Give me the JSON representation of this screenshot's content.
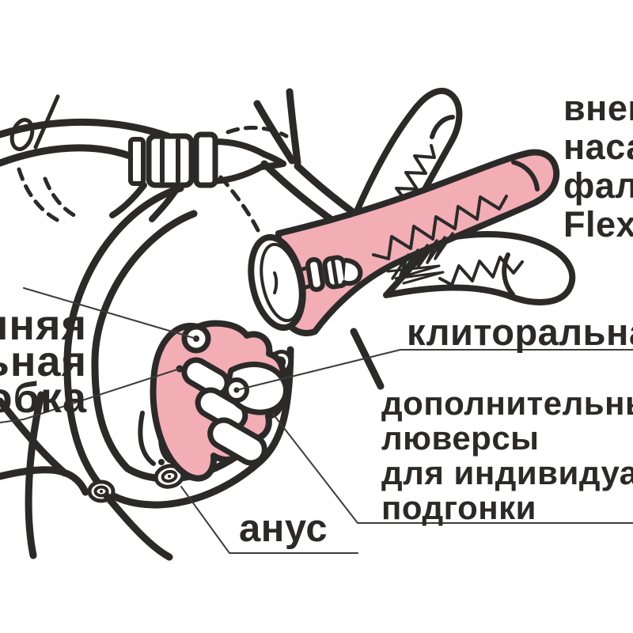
{
  "labels": {
    "outer_attachment": {
      "lines": [
        "внешняя",
        "насадка",
        "фаллос",
        "Flex"
      ]
    },
    "inner_attachment": {
      "lines": [
        "внутренняя",
        "вагинальная",
        "пробка"
      ]
    },
    "clitoral": {
      "text": "клиторальная"
    },
    "extra_eyelets": {
      "lines": [
        "дополнительные",
        "люверсы",
        "для индивидуальной",
        "подгонки"
      ]
    },
    "anus": {
      "text": "анус"
    }
  },
  "colors": {
    "line_art": "#2B2A29",
    "attachment_pink": "#F2ADB5",
    "pointer_line": "#3B3B3B",
    "background": "#FFFFFF"
  }
}
